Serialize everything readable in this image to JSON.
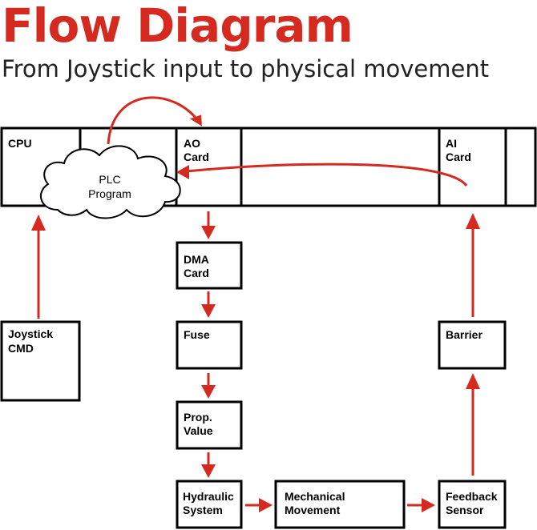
{
  "header": {
    "title": "Flow Diagram",
    "subtitle": "From Joystick input to physical movement"
  },
  "rack": {
    "cpu": "CPU",
    "ao_card": [
      "AO",
      "Card"
    ],
    "ai_card": [
      "AI",
      "Card"
    ]
  },
  "cloud": {
    "label": [
      "PLC",
      "Program"
    ]
  },
  "boxes": {
    "joystick": [
      "Joystick",
      "CMD"
    ],
    "dma": [
      "DMA",
      "Card"
    ],
    "fuse": [
      "Fuse"
    ],
    "prop_value": [
      "Prop.",
      "Value"
    ],
    "hydraulic": [
      "Hydraulic",
      "System"
    ],
    "mechanical": [
      "Mechanical",
      "Movement"
    ],
    "feedback": [
      "Feedback",
      "Sensor"
    ],
    "barrier": [
      "Barrier"
    ]
  },
  "colors": {
    "accent": "#d42a20",
    "border": "#000000"
  }
}
